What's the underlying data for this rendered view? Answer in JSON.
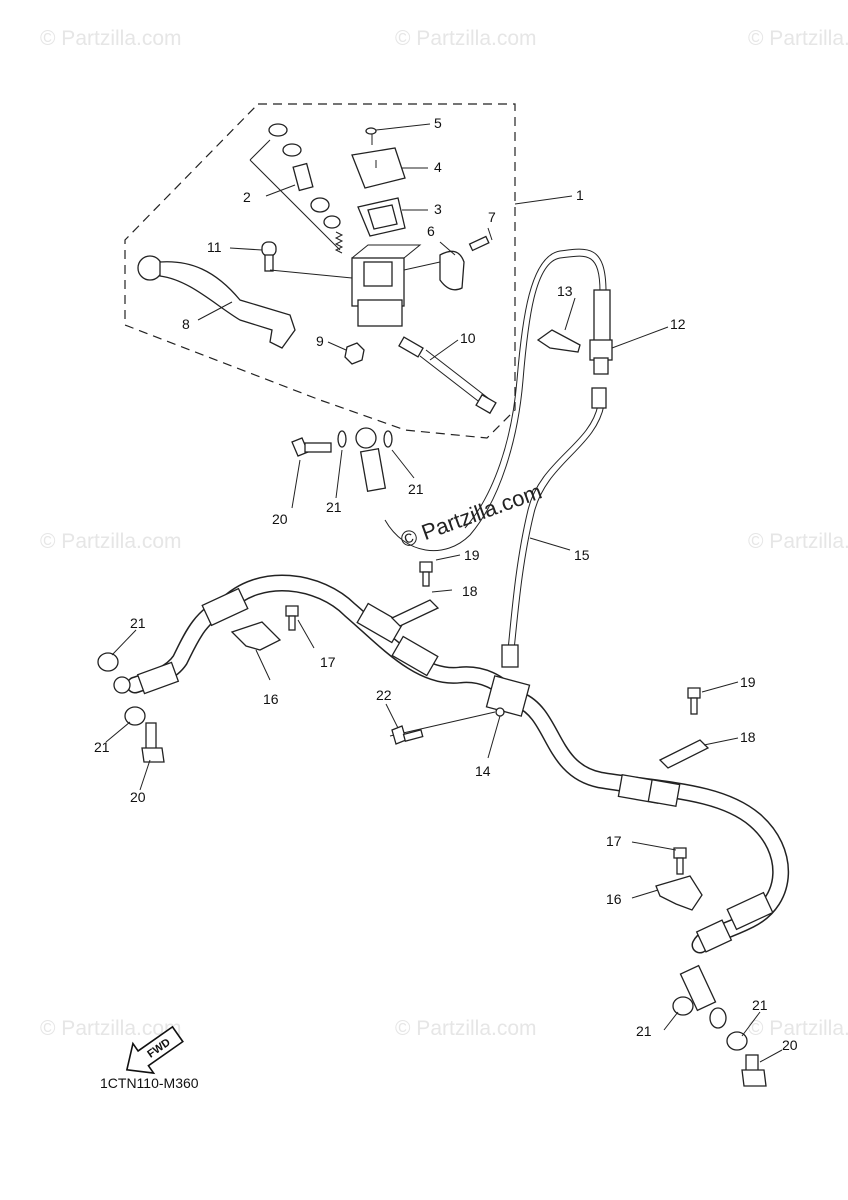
{
  "watermarks": {
    "text": "© Partzilla.com",
    "center_text": "© Partzilla.com"
  },
  "diagram_code": "1CTN110-M360",
  "fwd_label": "FWD",
  "callouts": {
    "c1": "1",
    "c2": "2",
    "c3": "3",
    "c4": "4",
    "c5": "5",
    "c6": "6",
    "c7": "7",
    "c8": "8",
    "c9": "9",
    "c10": "10",
    "c11": "11",
    "c12": "12",
    "c13": "13",
    "c14": "14",
    "c15": "15",
    "c16a": "16",
    "c16b": "16",
    "c17a": "17",
    "c17b": "17",
    "c18a": "18",
    "c18b": "18",
    "c19a": "19",
    "c19b": "19",
    "c20a": "20",
    "c20b": "20",
    "c20c": "20",
    "c21a": "21",
    "c21b": "21",
    "c21c": "21",
    "c21d": "21",
    "c21e": "21",
    "c21f": "21",
    "c22": "22"
  },
  "icons": [
    "fwd-arrow-icon"
  ]
}
